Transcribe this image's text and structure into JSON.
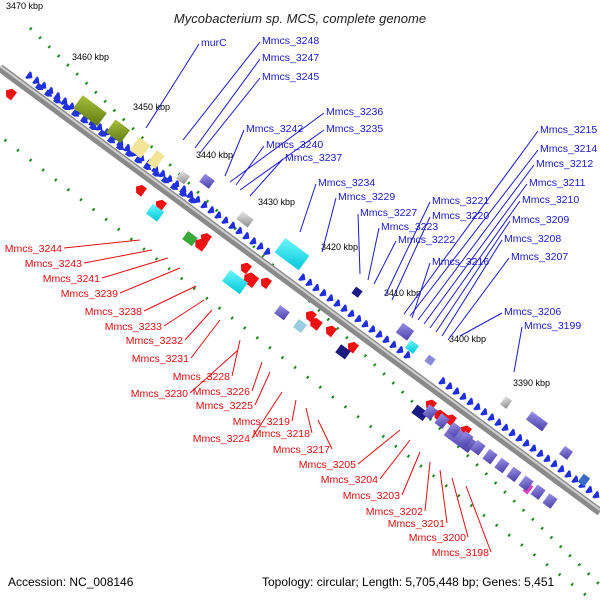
{
  "title": "Mycobacterium sp. MCS, complete genome",
  "footer": {
    "accession": "Accession: NC_008146",
    "topology": "Topology: circular; Length: 5,705,448 bp; Genes: 5,451"
  },
  "colors": {
    "forward_label": "#1a1acc",
    "reverse_label": "#e01010",
    "backbone": "#8a8a8a",
    "tick_dots": "#1a8a1a"
  },
  "ticks": [
    "3470 kbp",
    "3460 kbp",
    "3450 kbp",
    "3440 kbp",
    "3430 kbp",
    "3420 kbp",
    "3410 kbp",
    "3400 kbp",
    "3390 kbp"
  ],
  "forward_genes": [
    "murC",
    "Mmcs_3248",
    "Mmcs_3247",
    "Mmcs_3245",
    "Mmcs_3242",
    "Mmcs_3240",
    "Mmcs_3237",
    "Mmcs_3236",
    "Mmcs_3235",
    "Mmcs_3234",
    "Mmcs_3229",
    "Mmcs_3227",
    "Mmcs_3223",
    "Mmcs_3222",
    "Mmcs_3221",
    "Mmcs_3220",
    "Mmcs_3216",
    "Mmcs_3215",
    "Mmcs_3214",
    "Mmcs_3212",
    "Mmcs_3211",
    "Mmcs_3210",
    "Mmcs_3209",
    "Mmcs_3208",
    "Mmcs_3207",
    "Mmcs_3206",
    "Mmcs_3199"
  ],
  "reverse_genes": [
    "Mmcs_3244",
    "Mmcs_3243",
    "Mmcs_3241",
    "Mmcs_3239",
    "Mmcs_3238",
    "Mmcs_3233",
    "Mmcs_3232",
    "Mmcs_3231",
    "Mmcs_3228",
    "Mmcs_3230",
    "Mmcs_3226",
    "Mmcs_3225",
    "Mmcs_3224",
    "Mmcs_3219",
    "Mmcs_3218",
    "Mmcs_3217",
    "Mmcs_3205",
    "Mmcs_3204",
    "Mmcs_3203",
    "Mmcs_3202",
    "Mmcs_3201",
    "Mmcs_3200",
    "Mmcs_3198"
  ]
}
